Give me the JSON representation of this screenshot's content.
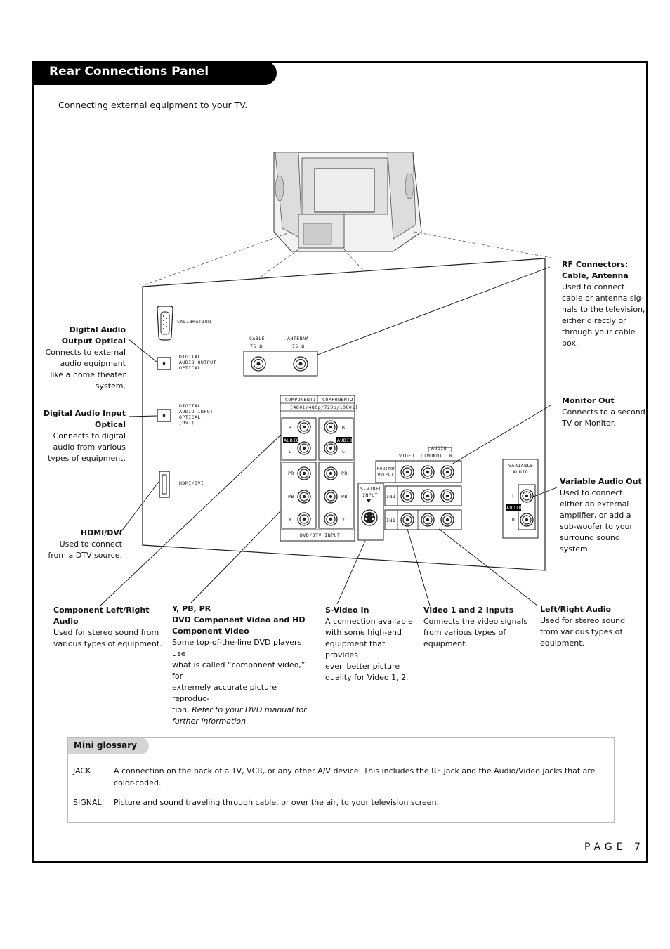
{
  "header": {
    "title": "Rear Connections Panel"
  },
  "intro": "Connecting external equipment to your TV.",
  "panel_labels": {
    "calibration": "CALIBRATION",
    "cable": "CABLE",
    "cable_ohm": "75 Ω",
    "antenna": "ANTENNA",
    "antenna_ohm": "75 Ω",
    "digital_audio_output_1": "DIGITAL",
    "digital_audio_output_2": "AUDIO OUTPUT",
    "digital_audio_output_3": "OPTICAL",
    "digital_audio_input_1": "DIGITAL",
    "digital_audio_input_2": "AUDIO INPUT",
    "digital_audio_input_3": "OPTICAL",
    "digital_audio_input_4": "(DVI)",
    "hdmi": "HDMI/DVI",
    "component1": "COMPONENT1",
    "component2": "COMPONENT2",
    "resolutions": "(480i/480p/720p/1080i)",
    "r": "R",
    "l": "L",
    "audio": "AUDIO",
    "pr": "PR",
    "pb": "PB",
    "y": "Y",
    "dvd_dtv": "DVD/DTV INPUT",
    "audio_bracket": "AUDIO",
    "video": "VIDEO",
    "l_mono": "L(MONO)",
    "monitor_output": "MONITOR OUTPUT",
    "svideo_input_1": "S-VIDEO",
    "svideo_input_2": "INPUT",
    "in2": "IN2",
    "in1": "IN1",
    "variable_audio_1": "VARIABLE",
    "variable_audio_2": "AUDIO"
  },
  "callouts": {
    "rf": {
      "h1": "RF Connectors:",
      "h2": "Cable, Antenna",
      "lines": [
        "Used to connect",
        "cable or antenna sig-",
        "nals to the television,",
        "either directly or",
        "through your cable",
        "box."
      ]
    },
    "dao": {
      "h1": "Digital Audio",
      "h2": "Output Optical",
      "lines": [
        "Connects to external",
        "audio equipment",
        "like a home theater",
        "system."
      ]
    },
    "dai": {
      "h1": "Digital Audio Input",
      "h2": "Optical",
      "lines": [
        "Connects to digital",
        "audio from various",
        "types of equipment."
      ]
    },
    "monitor": {
      "h1": "Monitor Out",
      "lines": [
        "Connects to a second",
        "TV or Monitor."
      ]
    },
    "variable": {
      "h1": "Variable Audio Out",
      "lines": [
        "Used to connect",
        "either an external",
        "amplifier, or add a",
        "sub-woofer to your",
        "surround sound system."
      ]
    },
    "hdmi": {
      "h1": "HDMI/DVI",
      "lines": [
        "Used to connect",
        "from a DTV source."
      ]
    },
    "component": {
      "h1": "Component Left/Right",
      "h2": "Audio",
      "lines": [
        "Used for stereo sound from",
        "various types of equipment."
      ]
    },
    "ypbpr": {
      "h1": "Y, PB, PR",
      "h2": "DVD Component Video and HD",
      "h3": "Component Video",
      "lines": [
        "Some top-of-the-line DVD players use",
        "what is called “component video,” for",
        "extremely accurate picture reproduc-"
      ],
      "line4": "tion. ",
      "italic1": "Refer to your DVD manual for",
      "italic2": "further information."
    },
    "svideo": {
      "h1": "S-Video In",
      "lines": [
        "A connection available",
        "with some high-end",
        "equipment that provides",
        "even better picture",
        "quality for Video 1, 2."
      ]
    },
    "video12": {
      "h1": "Video 1 and 2 Inputs",
      "lines": [
        "Connects the video signals",
        "from various types of",
        "equipment."
      ]
    },
    "lr": {
      "h1": "Left/Right Audio",
      "lines": [
        "Used for stereo sound",
        "from various types of",
        "equipment."
      ]
    }
  },
  "glossary": {
    "title": "Mini glossary",
    "items": [
      {
        "term": "JACK",
        "definition": "A connection on the back of a TV, VCR, or any other A/V device. This includes the RF jack and the Audio/Video jacks that are color-coded."
      },
      {
        "term": "SIGNAL",
        "definition": "Picture and sound traveling through cable, or over the air, to your television screen."
      }
    ]
  },
  "page": "PAGE 7"
}
